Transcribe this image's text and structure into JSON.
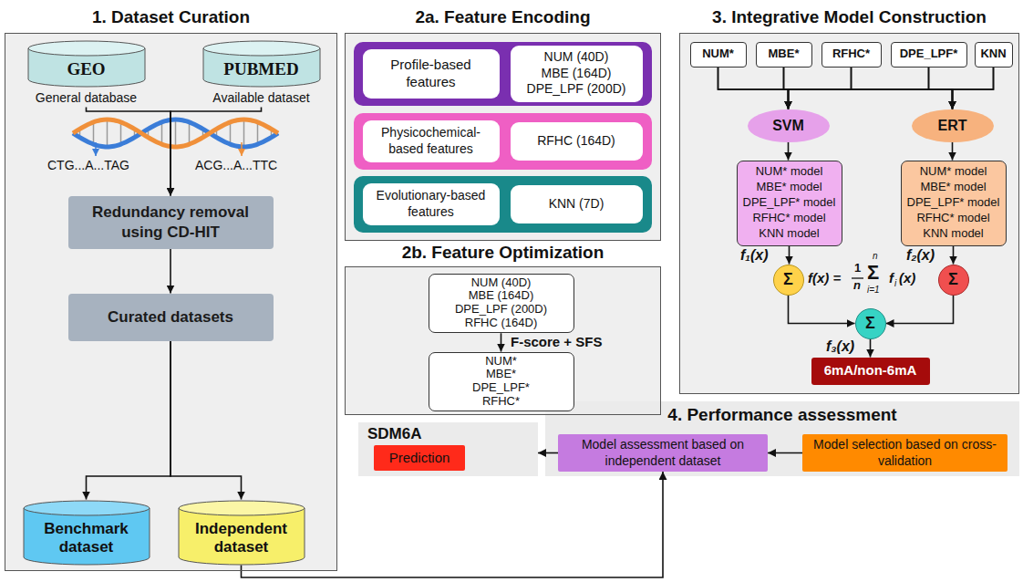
{
  "diagram": {
    "nodes": [
      {
        "text": [
          "1. Dataset Curation"
        ]
      },
      {
        "text": [
          "GEO",
          "General database"
        ],
        "in": 0
      },
      {
        "text": [
          "PUBMED",
          "Available dataset"
        ],
        "in": 0
      },
      {
        "text": [
          "Redundancy removal using CD-HIT"
        ],
        "in": 0
      },
      {
        "text": [
          "Curated datasets"
        ],
        "in": 0
      },
      {
        "text": [
          "Benchmark dataset"
        ],
        "in": 0
      },
      {
        "text": [
          "Independent dataset"
        ],
        "in": 0
      },
      {
        "text": [
          "2a. Feature Encoding"
        ]
      },
      {
        "text": [
          "Profile-based features"
        ],
        "in": 7
      },
      {
        "text": [
          "NUM (40D)",
          "MBE (164D)",
          "DPE_LPF (200D)"
        ],
        "in": 7
      },
      {
        "text": [
          "Physicochemical-based features"
        ],
        "in": 7
      },
      {
        "text": [
          "RFHC (164D)"
        ],
        "in": 7
      },
      {
        "text": [
          "Evolutionary-based features"
        ],
        "in": 7
      },
      {
        "text": [
          "KNN (7D)"
        ],
        "in": 7
      },
      {
        "text": [
          "2b. Feature Optimization"
        ]
      },
      {
        "text": [
          "NUM (40D)",
          "MBE (164D)",
          "DPE_LPF (200D)",
          "RFHC (164D)"
        ],
        "in": 14
      },
      {
        "text": [
          "NUM*",
          "MBE*",
          "DPE_LPF*",
          "RFHC*"
        ],
        "in": 14
      },
      {
        "text": [
          "3. Integrative Model Construction"
        ]
      },
      {
        "text": [
          "NUM*"
        ],
        "in": 17
      },
      {
        "text": [
          "MBE*"
        ],
        "in": 17
      },
      {
        "text": [
          "RFHC*"
        ],
        "in": 17
      },
      {
        "text": [
          "DPE_LPF*"
        ],
        "in": 17
      },
      {
        "text": [
          "KNN"
        ],
        "in": 17
      },
      {
        "text": [
          "SVM"
        ],
        "in": 17
      },
      {
        "text": [
          "ERT"
        ],
        "in": 17
      },
      {
        "text": [
          "NUM* model",
          "MBE* model",
          "DPE_LPF* model",
          "RFHC* model",
          "KNN model"
        ],
        "in": 17
      },
      {
        "text": [
          "NUM* model",
          "MBE* model",
          "DPE_LPF* model",
          "RFHC* model",
          "KNN model"
        ],
        "in": 17
      },
      {
        "text": [
          "Σ"
        ],
        "in": 17
      },
      {
        "text": [
          "Σ"
        ],
        "in": 17
      },
      {
        "text": [
          "Σ"
        ],
        "in": 17
      },
      {
        "text": [
          "6mA/non-6mA"
        ],
        "in": 17
      },
      {
        "text": [
          "4. Performance assessment"
        ]
      },
      {
        "text": [
          "Model assessment based on independent dataset"
        ],
        "in": 31
      },
      {
        "text": [
          "Model selection based on cross-validation"
        ],
        "in": 31
      },
      {
        "text": [
          "SDM6A"
        ]
      },
      {
        "text": [
          "Prediction"
        ],
        "in": 34
      }
    ],
    "edges": [
      {
        "from": 1,
        "to": 3,
        "arrow": "to"
      },
      {
        "from": 2,
        "to": 3,
        "arrow": "to"
      },
      {
        "from": 3,
        "to": 4,
        "arrow": "to"
      },
      {
        "from": 4,
        "to": 5,
        "arrow": "to"
      },
      {
        "from": 4,
        "to": 6,
        "arrow": "to"
      },
      {
        "from": 6,
        "to": 32,
        "arrow": "to"
      },
      {
        "from": 15,
        "to": 16,
        "label": "F-score + SFS",
        "arrow": "to"
      },
      {
        "from": 18,
        "to": 23,
        "arrow": "to"
      },
      {
        "from": 19,
        "to": 23,
        "arrow": "to"
      },
      {
        "from": 20,
        "to": 23,
        "arrow": "to"
      },
      {
        "from": 21,
        "to": 23,
        "arrow": "to"
      },
      {
        "from": 22,
        "to": 23,
        "arrow": "to"
      },
      {
        "from": 18,
        "to": 24,
        "arrow": "to"
      },
      {
        "from": 19,
        "to": 24,
        "arrow": "to"
      },
      {
        "from": 20,
        "to": 24,
        "arrow": "to"
      },
      {
        "from": 21,
        "to": 24,
        "arrow": "to"
      },
      {
        "from": 22,
        "to": 24,
        "arrow": "to"
      },
      {
        "from": 23,
        "to": 25,
        "arrow": "to"
      },
      {
        "from": 24,
        "to": 26,
        "arrow": "to"
      },
      {
        "from": 25,
        "to": 27,
        "label": "f₁(x)",
        "arrow": "to"
      },
      {
        "from": 26,
        "to": 28,
        "label": "f₂(x)",
        "arrow": "to"
      },
      {
        "from": 27,
        "to": 29,
        "arrow": "to"
      },
      {
        "from": 28,
        "to": 29,
        "arrow": "to"
      },
      {
        "from": 29,
        "to": 30,
        "label": "f₃(x)",
        "arrow": "to"
      },
      {
        "from": 33,
        "to": 32,
        "arrow": "to"
      },
      {
        "from": 32,
        "to": 34,
        "arrow": "to"
      }
    ],
    "labels": [
      "CTG...A...TAG",
      "ACG...A...TTC",
      "f(x) =",
      "1",
      "n",
      "Σ",
      "n",
      "i=1",
      "f",
      "i",
      "(x)"
    ]
  }
}
